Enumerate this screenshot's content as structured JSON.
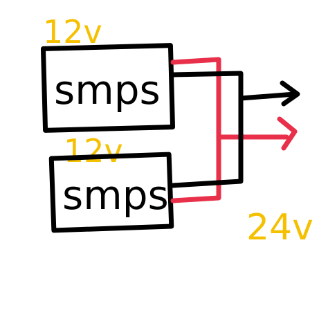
{
  "supplies": [
    {
      "box_label": "smps",
      "voltage_label": "12v"
    },
    {
      "box_label": "smps",
      "voltage_label": "12v"
    }
  ],
  "output": {
    "voltage_label": "24v"
  },
  "colors": {
    "ink": "#000000",
    "positive": "#e8304a",
    "annotation": "#f5c000",
    "background": "#ffffff"
  }
}
